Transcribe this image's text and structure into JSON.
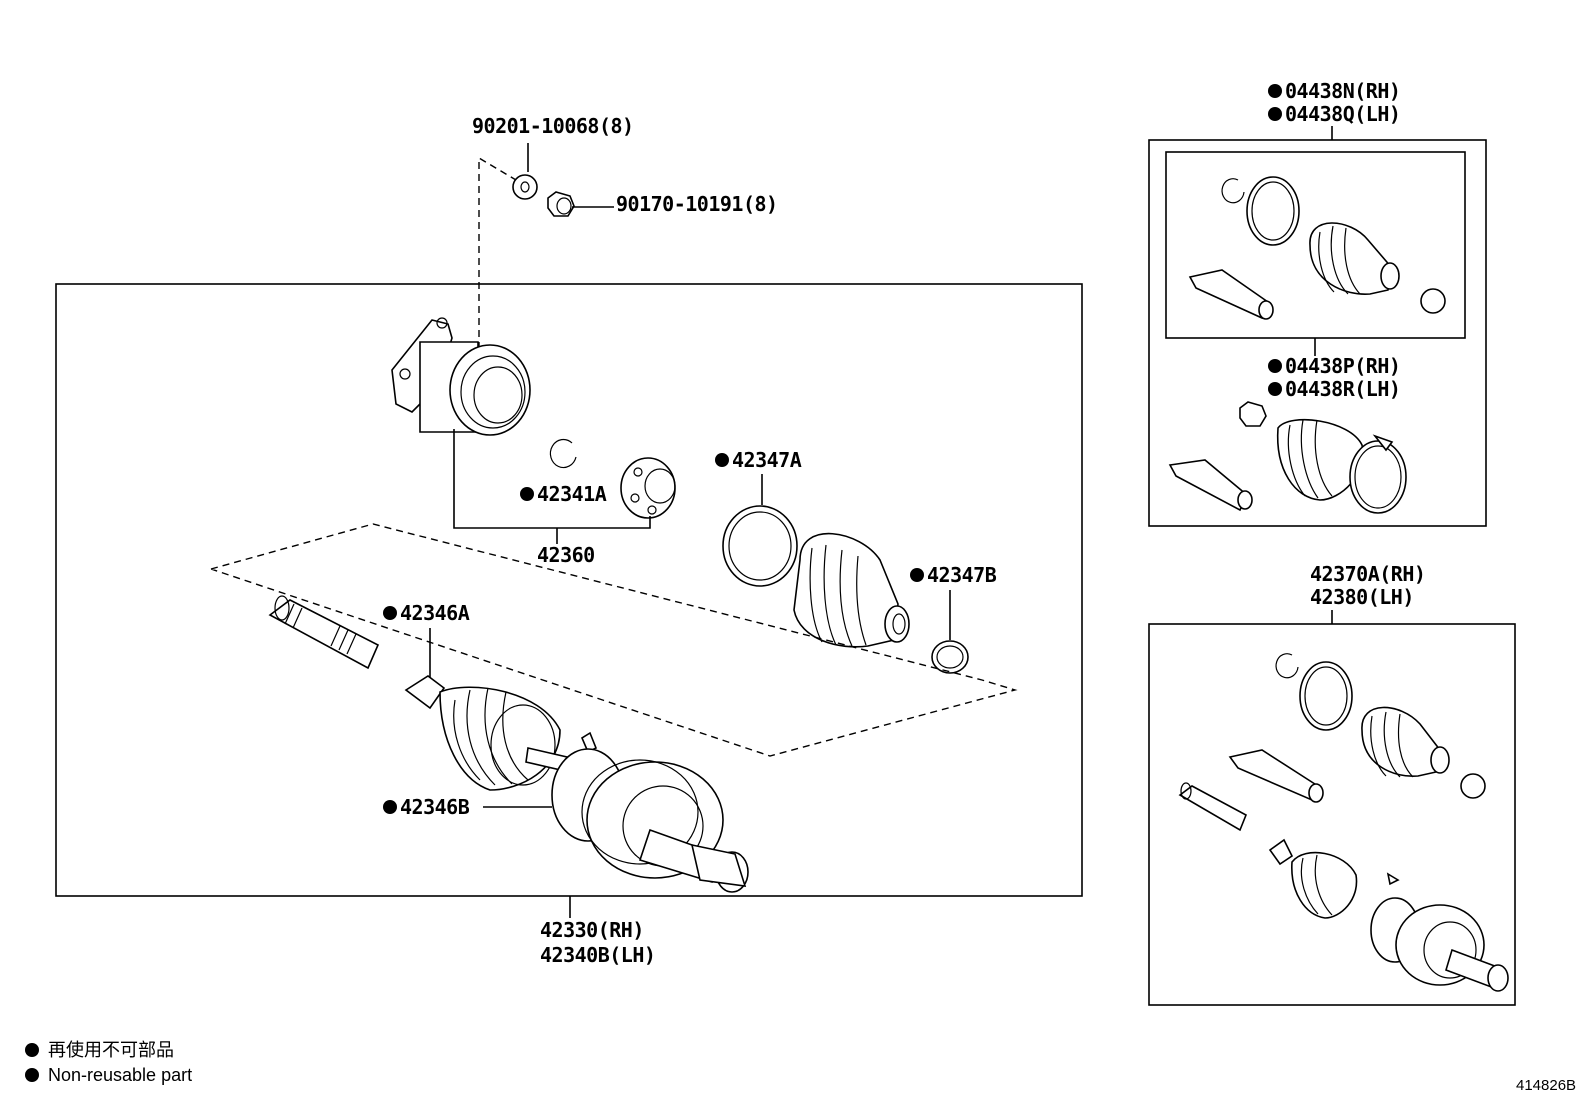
{
  "labels": {
    "nut_90201": "90201-10068(8)",
    "nut_90170": "90170-10191(8)",
    "kit_n": "04438N(RH)",
    "kit_q": "04438Q(LH)",
    "kit_p": "04438P(RH)",
    "kit_r": "04438R(LH)",
    "p_42341a": "42341A",
    "p_42360": "42360",
    "p_42347a": "42347A",
    "p_42347b": "42347B",
    "p_42346a": "42346A",
    "p_42346b": "42346B",
    "shaft_rh": "42330(RH)",
    "shaft_lh": "42340B(LH)",
    "alt_rh": "42370A(RH)",
    "alt_lh": "42380(LH)"
  },
  "legend": {
    "jp": "再使用不可部品",
    "en": "Non-reusable part"
  },
  "ref_code": "414826B"
}
